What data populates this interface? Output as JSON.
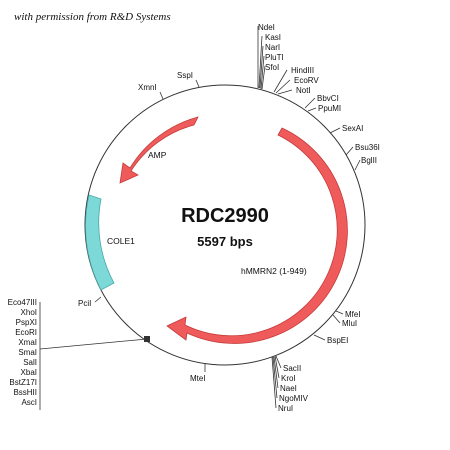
{
  "credit": "with permission from R&D Systems",
  "plasmid": {
    "name": "RDC2990",
    "size": "5597 bps"
  },
  "colors": {
    "backbone": "#222222",
    "feature_red": "#ef5a5a",
    "feature_red_stroke": "#c43b3b",
    "feature_cyan": "#7dd8d8",
    "feature_cyan_stroke": "#46a9a9",
    "text": "#111111"
  },
  "features": [
    {
      "label": "AMP",
      "color": "red"
    },
    {
      "label": "COLE1",
      "color": "cyan"
    },
    {
      "label": "hMMRN2 (1-949)",
      "color": "red"
    }
  ],
  "sites": {
    "top_cluster": [
      "NdeI",
      "KasI",
      "NarI",
      "PluTI",
      "SfoI"
    ],
    "upper_right_cluster": [
      "HindIII",
      "EcoRV",
      "NotI"
    ],
    "right_cluster_a": [
      "BbvCI",
      "PpuMI"
    ],
    "single_right": [
      "SexAI",
      "Bsu36I",
      "BglII"
    ],
    "mid_right_cluster": [
      "MfeI",
      "MluI"
    ],
    "lower_right": [
      "BspEI"
    ],
    "bottom_cluster": [
      "SacII",
      "KroI",
      "NaeI",
      "NgoMIV",
      "NruI"
    ],
    "bottom_left": [
      "MteI"
    ],
    "left_cluster": [
      "Eco47III",
      "XhoI",
      "PspXI",
      "EcoRI",
      "XmaI",
      "SmaI",
      "SalI",
      "XbaI",
      "BstZ17I",
      "BssHII",
      "AscI"
    ],
    "pcil": [
      "PciI"
    ],
    "top_left": [
      "XmnI",
      "SspI"
    ]
  }
}
